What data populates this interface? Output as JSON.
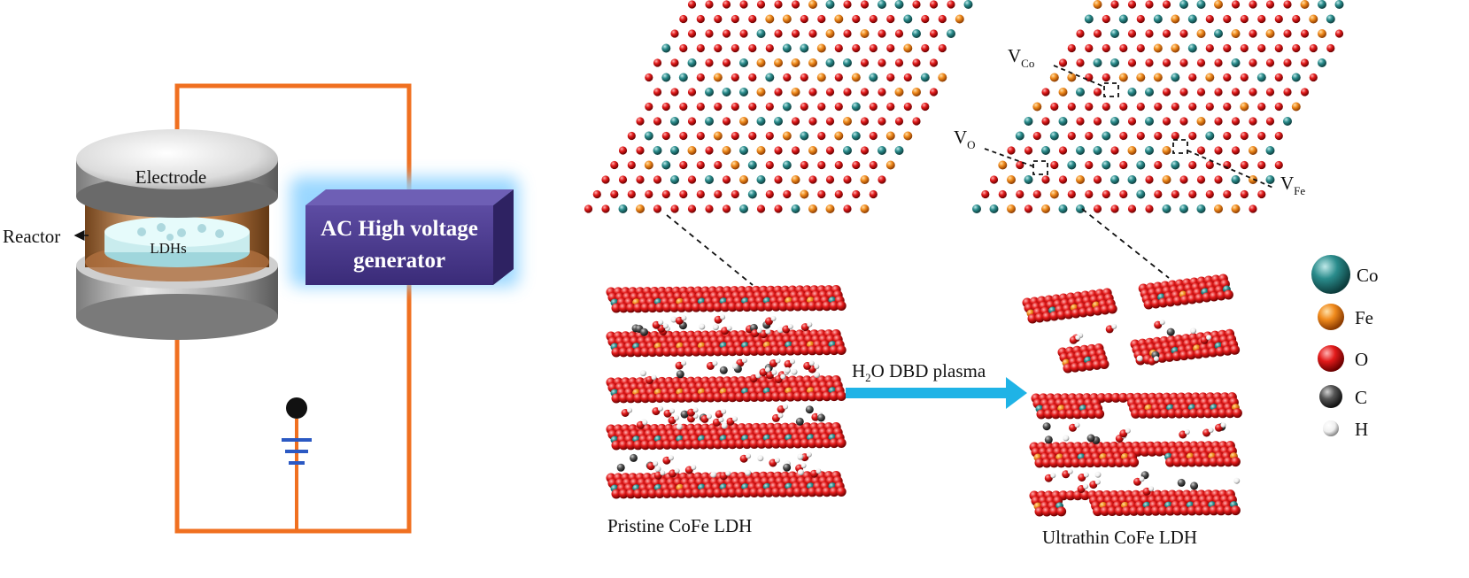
{
  "reactor": {
    "electrode_label": "Electrode",
    "reactor_label": "Reactor",
    "sample_label": "LDHs"
  },
  "generator": {
    "line1": "AC High voltage",
    "line2": "generator"
  },
  "vacancies": {
    "co": {
      "base": "V",
      "sub": "Co"
    },
    "o": {
      "base": "V",
      "sub": "O"
    },
    "fe": {
      "base": "V",
      "sub": "Fe"
    }
  },
  "process": {
    "arrow_label_prefix": "H",
    "arrow_label_sub": "2",
    "arrow_label_suffix": "O DBD plasma"
  },
  "structures": {
    "pristine": "Pristine CoFe LDH",
    "ultrathin": "Ultrathin CoFe LDH"
  },
  "legend": [
    {
      "symbol": "Co",
      "color": "#2a8c8c"
    },
    {
      "symbol": "Fe",
      "color": "#f08a1c"
    },
    {
      "symbol": "O",
      "color": "#e21a1a"
    },
    {
      "symbol": "C",
      "color": "#555555"
    },
    {
      "symbol": "H",
      "color": "#f2f2f2"
    }
  ],
  "colors": {
    "circuit": "#f07020",
    "generator": "#4b3a8f",
    "glow": "#8fd3ff",
    "arrow": "#1fb3e6",
    "ground": "#2b59c3"
  }
}
